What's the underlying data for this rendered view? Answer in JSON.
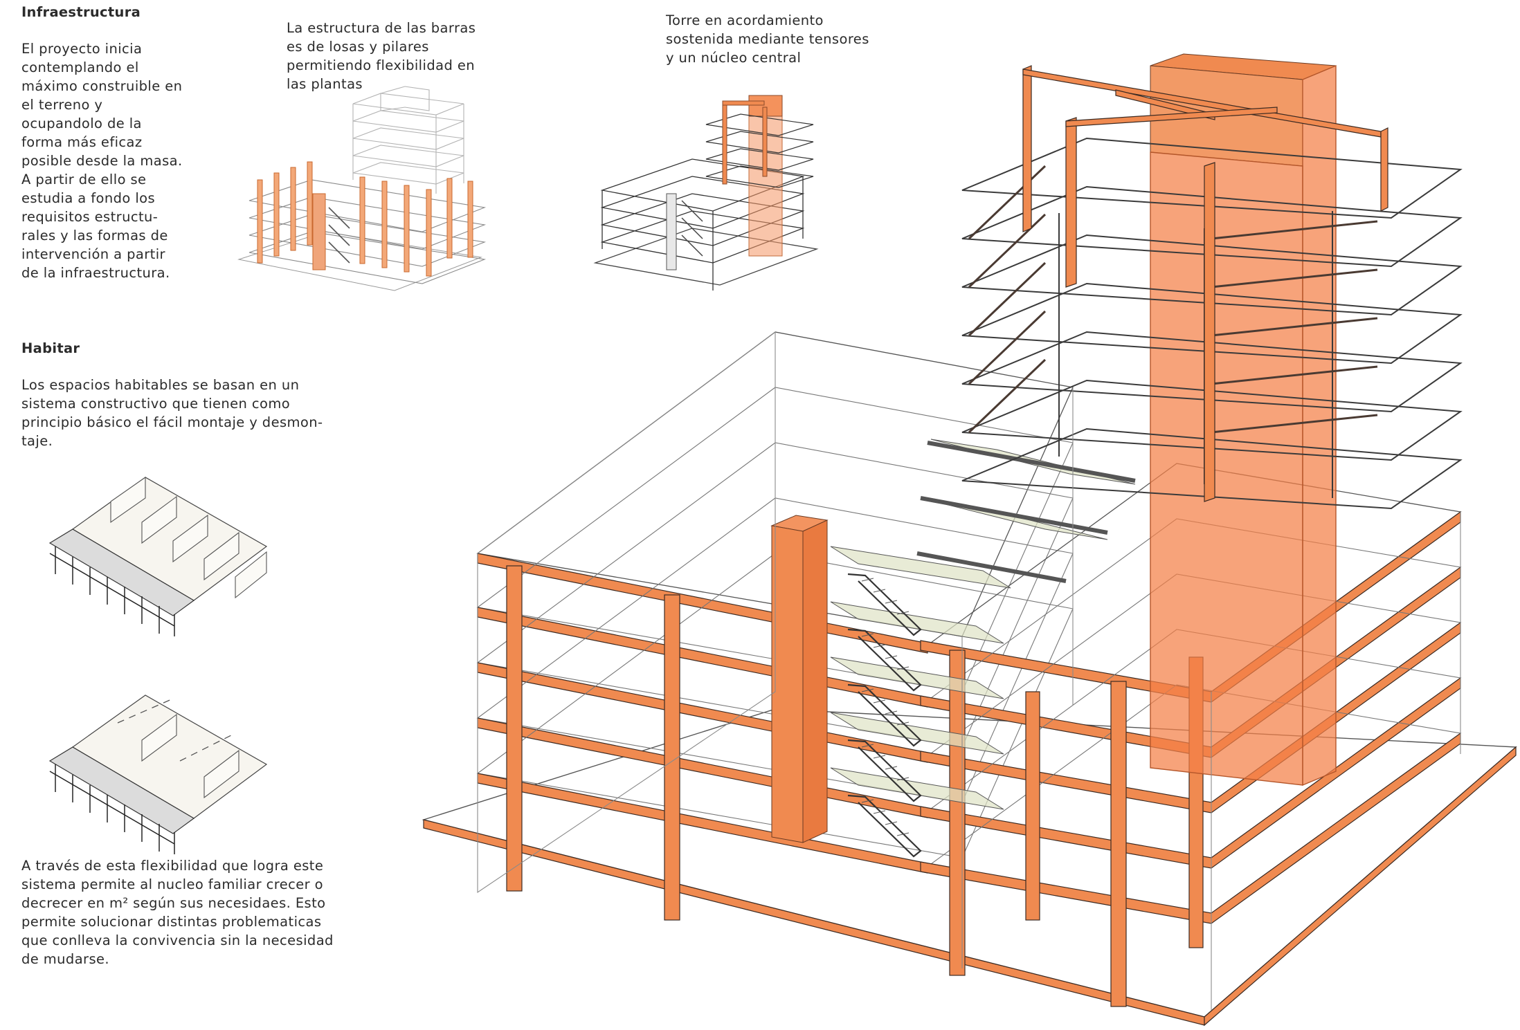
{
  "infraestructura": {
    "title": "Infraestructura",
    "body": [
      "El proyecto inicia",
      "contemplando el",
      "máximo construible en",
      "el terreno y",
      "ocupandolo de la",
      "forma más eficaz",
      "posible desde la masa.",
      "A partir de ello se",
      "estudia a fondo los",
      "requisitos estructu-",
      "rales y las formas de",
      "intervención a partir",
      "de la infraestructura."
    ]
  },
  "barras_note": [
    "La estructura de las barras",
    "es de losas y pilares",
    "permitiendo flexibilidad en",
    "las plantas"
  ],
  "torre_note": [
    "Torre en acordamiento",
    "sostenida mediante tensores",
    "y un núcleo central"
  ],
  "habitar": {
    "title": "Habitar",
    "body": [
      "Los espacios habitables se basan en un",
      "sistema constructivo que tienen como",
      "principio básico el fácil montaje y desmon-",
      "taje."
    ]
  },
  "flexibilidad_note": [
    "A través de esta flexibilidad que logra este",
    "sistema permite al nucleo familiar crecer o",
    "decrecer en m² según sus necesidaes. Esto",
    "permite solucionar distintas problematicas",
    "que conlleva la convivencia sin la necesidad",
    "de mudarse."
  ],
  "colors": {
    "structure_orange": "#f08a50",
    "core_orange": "#f4804b",
    "line_gray": "#8a8a8a",
    "text": "#2b2b2b"
  }
}
